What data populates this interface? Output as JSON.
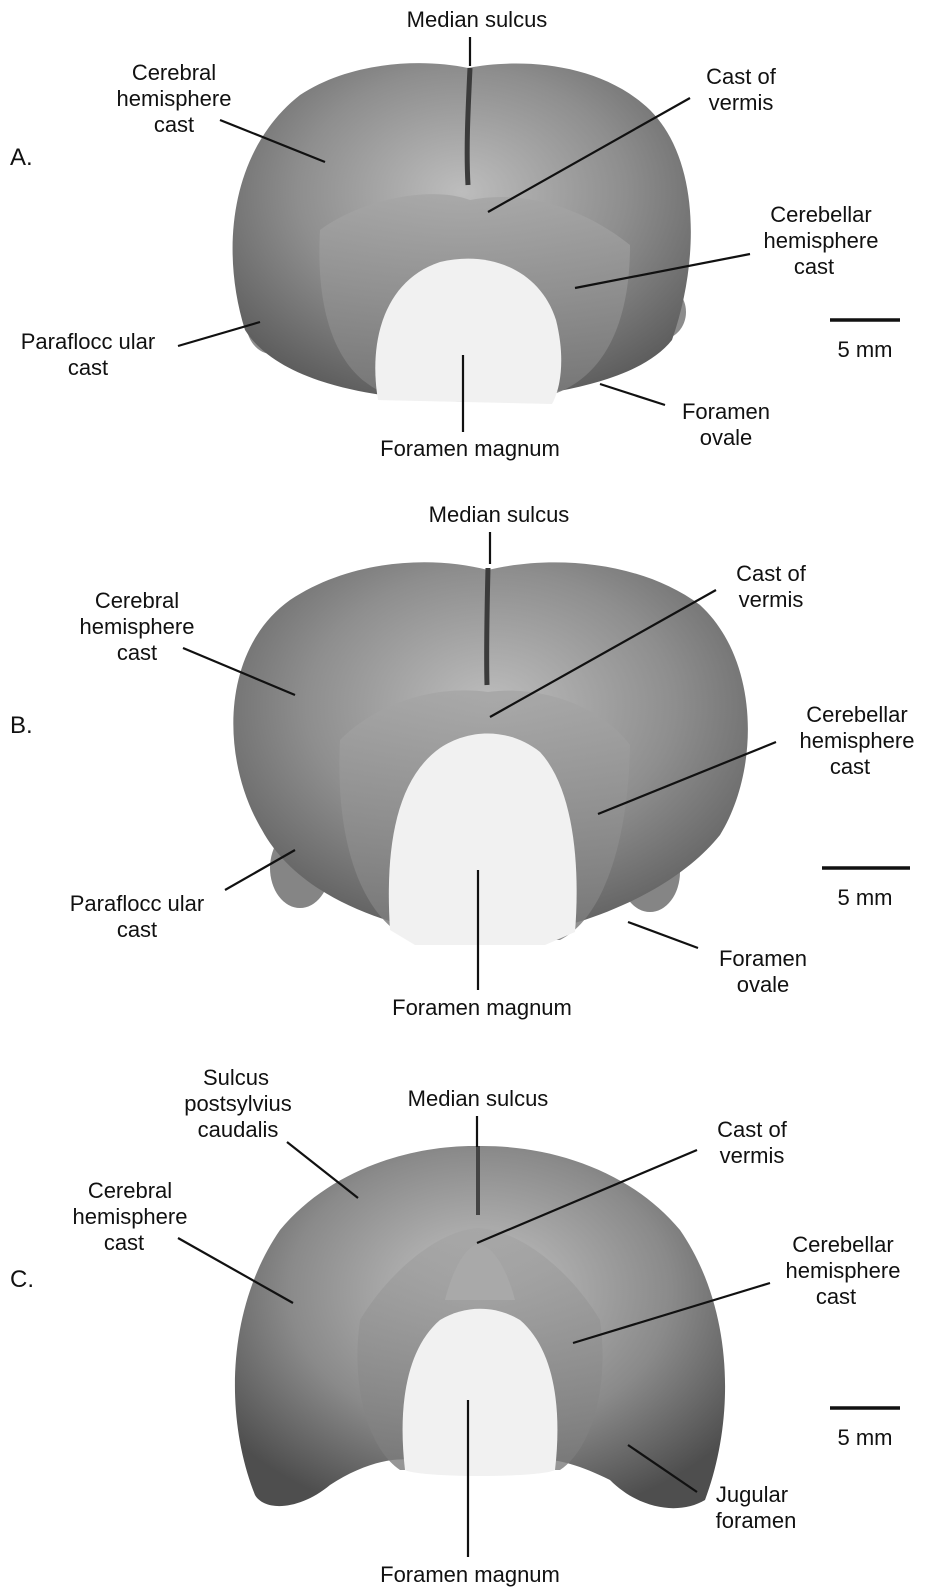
{
  "panels": [
    {
      "letter": "A.",
      "labels": {
        "median_sulcus": "Median sulcus",
        "cerebral": [
          "Cerebral",
          "hemisphere",
          "cast"
        ],
        "vermis": [
          "Cast of",
          "vermis"
        ],
        "cerebellar": [
          "Cerebellar",
          "hemisphere",
          "cast"
        ],
        "paraflocc": [
          "Paraflocc ular",
          "cast"
        ],
        "foramen_magnum": "Foramen magnum",
        "bottom_right": [
          "Foramen",
          "ovale"
        ]
      },
      "scale_label": "5 mm"
    },
    {
      "letter": "B.",
      "labels": {
        "median_sulcus": "Median sulcus",
        "cerebral": [
          "Cerebral",
          "hemisphere",
          "cast"
        ],
        "vermis": [
          "Cast of",
          "vermis"
        ],
        "cerebellar": [
          "Cerebellar",
          "hemisphere",
          "cast"
        ],
        "paraflocc": [
          "Paraflocc ular",
          "cast"
        ],
        "foramen_magnum": "Foramen magnum",
        "bottom_right": [
          "Foramen",
          "ovale"
        ]
      },
      "scale_label": "5 mm"
    },
    {
      "letter": "C.",
      "labels": {
        "median_sulcus": "Median sulcus",
        "sulcus_post": [
          "Sulcus",
          "postsylvius",
          "caudalis"
        ],
        "cerebral": [
          "Cerebral",
          "hemisphere",
          "cast"
        ],
        "vermis": [
          "Cast of",
          "vermis"
        ],
        "cerebellar": [
          "Cerebellar",
          "hemisphere",
          "cast"
        ],
        "foramen_magnum": "Foramen magnum",
        "bottom_right": [
          "Jugular",
          "foramen"
        ]
      },
      "scale_label": "5 mm"
    }
  ],
  "colors": {
    "cast_dark": "#6f6f6f",
    "cast_mid": "#9a9a9a",
    "cast_light": "#c8c8c8",
    "foramen": "#f1f1f1",
    "ink": "#111111"
  }
}
